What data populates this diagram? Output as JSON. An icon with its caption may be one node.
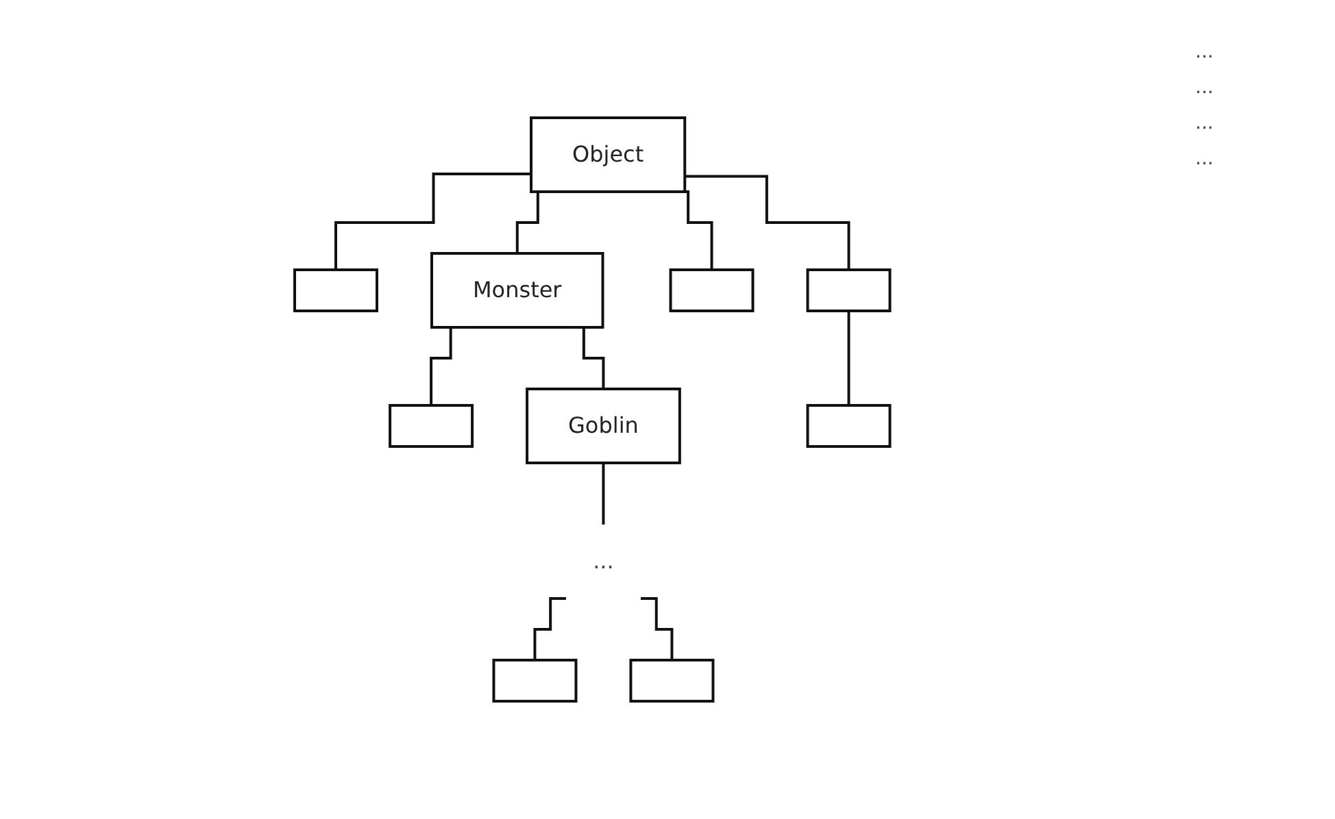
{
  "diagram": {
    "nodes": [
      {
        "text": [
          "Object"
        ]
      },
      {
        "text": [],
        "shape": "box"
      },
      {
        "text": [
          "Monster"
        ]
      },
      {
        "text": [],
        "shape": "box"
      },
      {
        "text": [],
        "shape": "box"
      },
      {
        "text": [],
        "shape": "box"
      },
      {
        "text": [
          "Goblin"
        ]
      },
      {
        "text": [],
        "shape": "box"
      },
      {
        "text": [
          "..."
        ]
      },
      {
        "text": [],
        "shape": "box"
      },
      {
        "text": [],
        "shape": "box"
      }
    ],
    "edges": [
      {
        "from": 0,
        "to": 1,
        "arrow": "none"
      },
      {
        "from": 0,
        "to": 2,
        "arrow": "none"
      },
      {
        "from": 0,
        "to": 3,
        "arrow": "none"
      },
      {
        "from": 0,
        "to": 4,
        "arrow": "none"
      },
      {
        "from": 2,
        "to": 5,
        "arrow": "none"
      },
      {
        "from": 2,
        "to": 6,
        "arrow": "none"
      },
      {
        "from": 4,
        "to": 7,
        "arrow": "none"
      },
      {
        "from": 6,
        "to": 8,
        "arrow": "none"
      },
      {
        "from": 8,
        "to": 9,
        "arrow": "none"
      },
      {
        "from": 8,
        "to": 10,
        "arrow": "none"
      }
    ],
    "labels": [
      "...",
      "...",
      "...",
      "..."
    ]
  }
}
